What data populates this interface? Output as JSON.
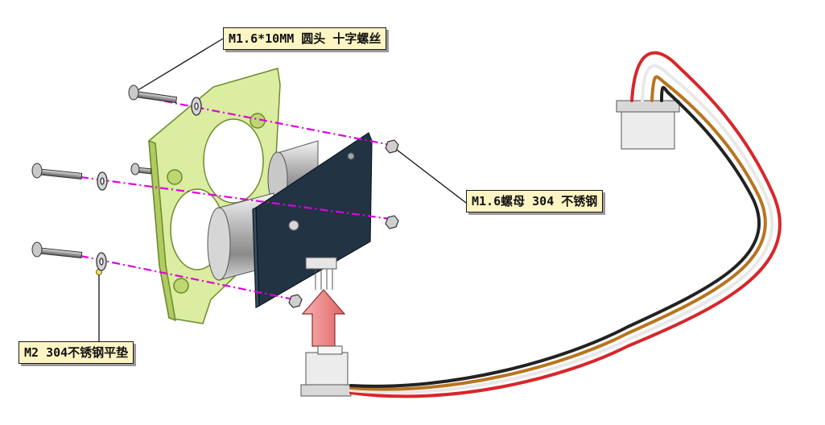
{
  "callouts": {
    "screw": "M1.6*10MM 圆头 十字螺丝",
    "nut": "M1.6螺母 304 不锈钢",
    "washer": "M2 304不锈钢平垫"
  },
  "colors": {
    "callout_bg": "#fdf5c4",
    "bracket": "#c9e27a",
    "pcb": "#223444",
    "axis_line": "#e000e0",
    "arrow": "#f28a8a",
    "wire_red": "#d8262a",
    "wire_brown": "#b8741f",
    "wire_black": "#222222",
    "wire_white": "#e8e8e8"
  },
  "icons": {
    "assembly_arrow": "up-arrow-icon"
  }
}
